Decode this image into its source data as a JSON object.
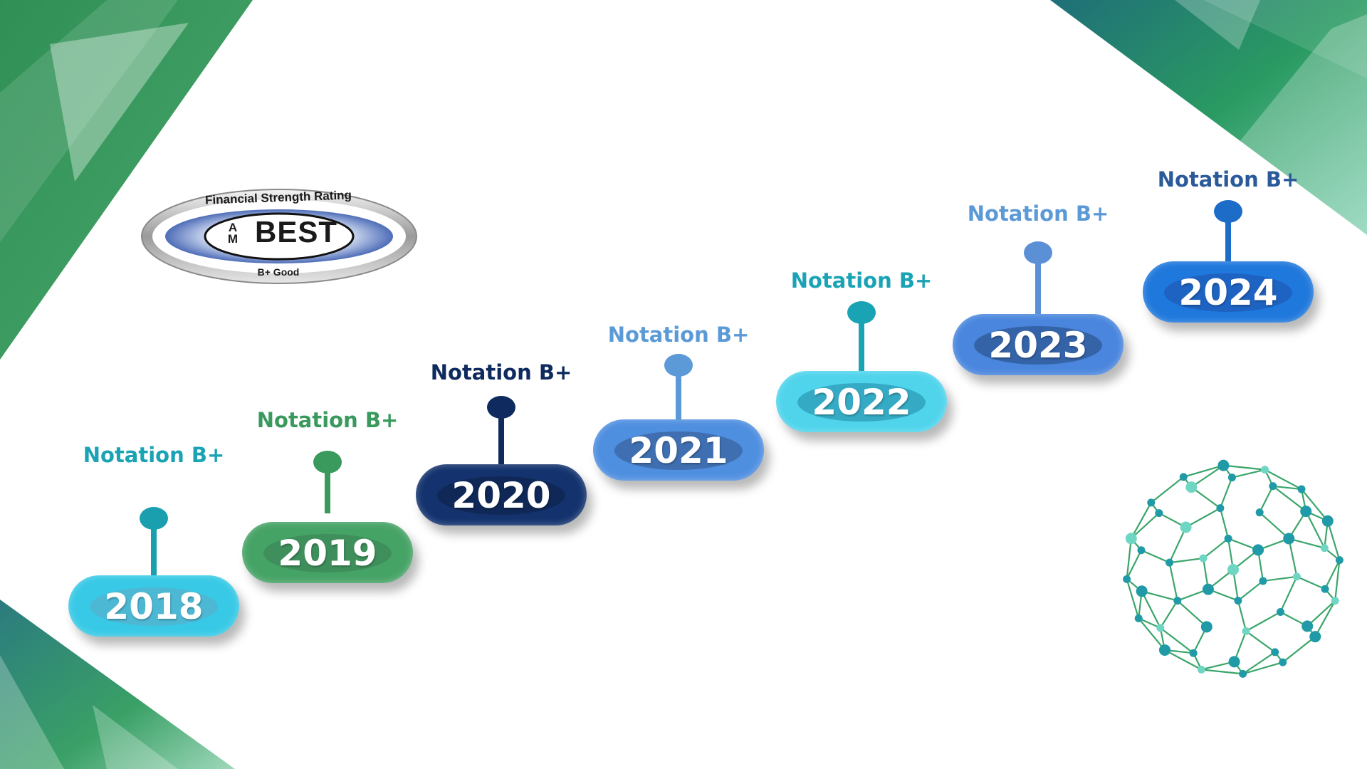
{
  "logo": {
    "top_text": "Financial Strength Rating",
    "brand_am": "A M",
    "brand": "BEST",
    "bottom_text": "B+   Good"
  },
  "timeline": [
    {
      "year": "2018",
      "label": "Notation B+",
      "label_color": "#19a3b5",
      "pin_color": "#1a9fae",
      "pill_color": "#38c9e6",
      "inner_color": "#4db8d4"
    },
    {
      "year": "2019",
      "label": "Notation B+",
      "label_color": "#3a9a5e",
      "pin_color": "#3a9a5e",
      "pill_color": "#46a366",
      "inner_color": "#3e8f5b"
    },
    {
      "year": "2020",
      "label": "Notation B+",
      "label_color": "#0e2a5e",
      "pin_color": "#0e2a5e",
      "pill_color": "#14336e",
      "inner_color": "#0f2857"
    },
    {
      "year": "2021",
      "label": "Notation B+",
      "label_color": "#5b9ad6",
      "pin_color": "#5b9ad6",
      "pill_color": "#4f8fe0",
      "inner_color": "#3f6fb0"
    },
    {
      "year": "2022",
      "label": "Notation B+",
      "label_color": "#19a3b5",
      "pin_color": "#19a3b5",
      "pill_color": "#4fd4ec",
      "inner_color": "#35aac4"
    },
    {
      "year": "2023",
      "label": "Notation B+",
      "label_color": "#5b9ad6",
      "pin_color": "#5b8fd6",
      "pill_color": "#4a86de",
      "inner_color": "#3563a8"
    },
    {
      "year": "2024",
      "label": "Notation B+",
      "label_color": "#2a5a9a",
      "pin_color": "#1c6cc8",
      "pill_color": "#1f78dc",
      "inner_color": "#1e63c2"
    }
  ],
  "colors": {
    "green_dark": "#2e8b4e",
    "green_light": "#7cc49a",
    "teal_dark": "#1e6f7a",
    "globe_line": "#3aa56a",
    "globe_node": "#1f9aa6"
  }
}
